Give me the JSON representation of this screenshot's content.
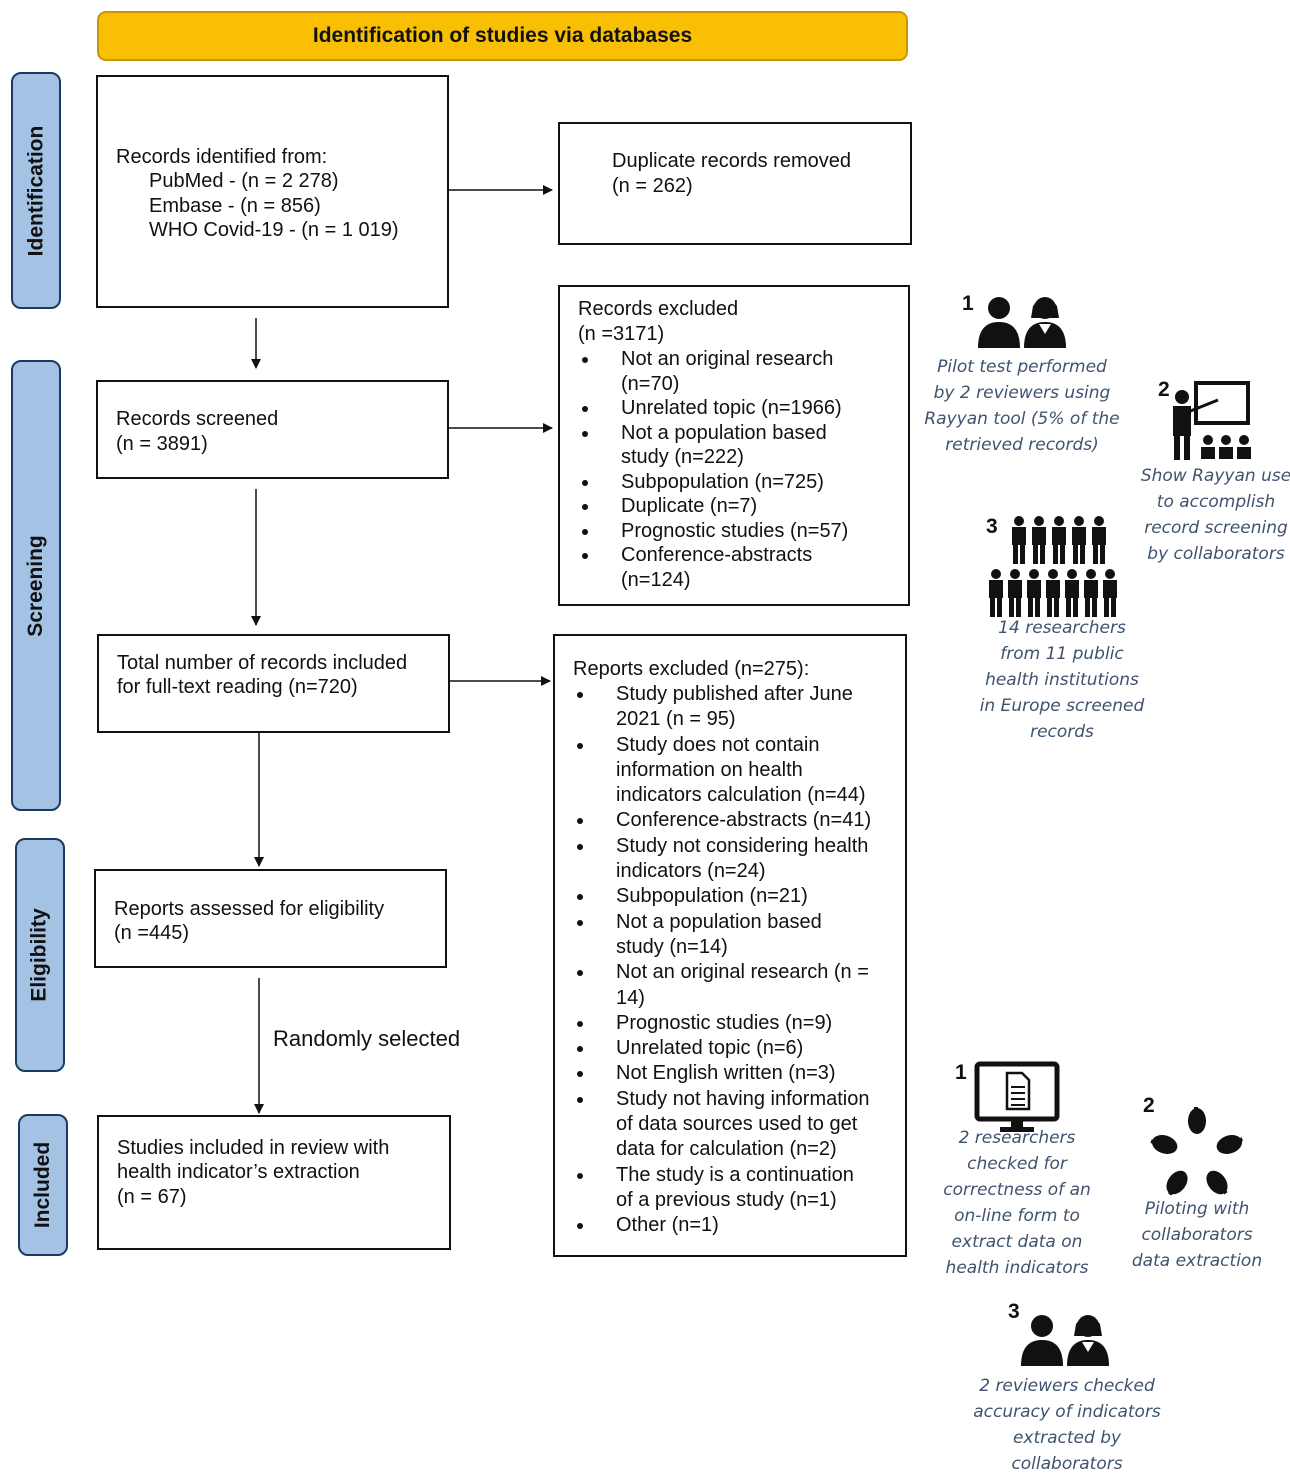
{
  "banner": "Identification of studies via databases",
  "phases": {
    "identification": "Identification",
    "screening": "Screening",
    "eligibility": "Eligibility",
    "included": "Included"
  },
  "boxes": {
    "identified": {
      "title": "Records identified from:",
      "lines": [
        "PubMed - (n = 2 278)",
        "Embase - (n = 856)",
        "WHO Covid-19 - (n = 1 019)"
      ]
    },
    "duplicates": {
      "line1": "Duplicate records removed",
      "line2": "(n = 262)"
    },
    "screened": {
      "line1": "Records screened",
      "line2": "(n = 3891)"
    },
    "records_excluded": {
      "line1": "Records excluded",
      "line2": "(n =3171)",
      "items": [
        "Not an original research\n(n=70)",
        "Unrelated topic (n=1966)",
        "Not a population based\nstudy (n=222)",
        "Subpopulation (n=725)",
        "Duplicate (n=7)",
        "Prognostic studies (n=57)",
        "Conference-abstracts\n(n=124)"
      ]
    },
    "fulltext": {
      "line1": "Total number of records included",
      "line2": "for full-text reading (n=720)"
    },
    "reports_excluded": {
      "title": "Reports excluded (n=275):",
      "items": [
        "Study published after June\n2021 (n = 95)",
        "Study does not contain\ninformation on health\nindicators calculation (n=44)",
        "Conference-abstracts (n=41)",
        "Study not considering health\nindicators (n=24)",
        "Subpopulation (n=21)",
        "Not a population based\nstudy (n=14)",
        "Not an original research (n =\n14)",
        "Prognostic studies (n=9)",
        "Unrelated topic (n=6)",
        "Not English written (n=3)",
        "Study not having information\nof data sources used to get\ndata for calculation (n=2)",
        "The study is a continuation\nof a previous study (n=1)",
        "Other (n=1)"
      ]
    },
    "eligibility": {
      "line1": "Reports assessed for eligibility",
      "line2": "(n =445)"
    },
    "included": {
      "line1": "Studies included in review with",
      "line2": "health indicator’s extraction",
      "line3": "(n = 67)"
    }
  },
  "random_label": "Randomly selected",
  "screening_notes": [
    {
      "num": "1",
      "icon": "two-reviewers-icon",
      "text": "Pilot test performed\nby 2 reviewers using\nRayyan tool (5% of the\nretrieved records)"
    },
    {
      "num": "2",
      "icon": "presenter-board-icon",
      "text": "Show Rayyan use\nto accomplish\nrecord screening\nby collaborators"
    },
    {
      "num": "3",
      "icon": "researchers-group-icon",
      "text": "14 researchers\nfrom 11 public\nhealth institutions\nin Europe screened\nrecords"
    }
  ],
  "extraction_notes": [
    {
      "num": "1",
      "icon": "computer-form-icon",
      "text": "2 researchers\nchecked for\ncorrectness of an\non-line form to\nextract data on\nhealth indicators"
    },
    {
      "num": "2",
      "icon": "joined-hands-icon",
      "text": "Piloting with\ncollaborators\ndata extraction"
    },
    {
      "num": "3",
      "icon": "two-reviewers-icon",
      "text": "2 reviewers checked\naccuracy of indicators\nextracted by\ncollaborators"
    }
  ],
  "colors": {
    "banner": "#f8bf03",
    "phase": "#a4c2e4",
    "note_text": "#3f536e"
  }
}
